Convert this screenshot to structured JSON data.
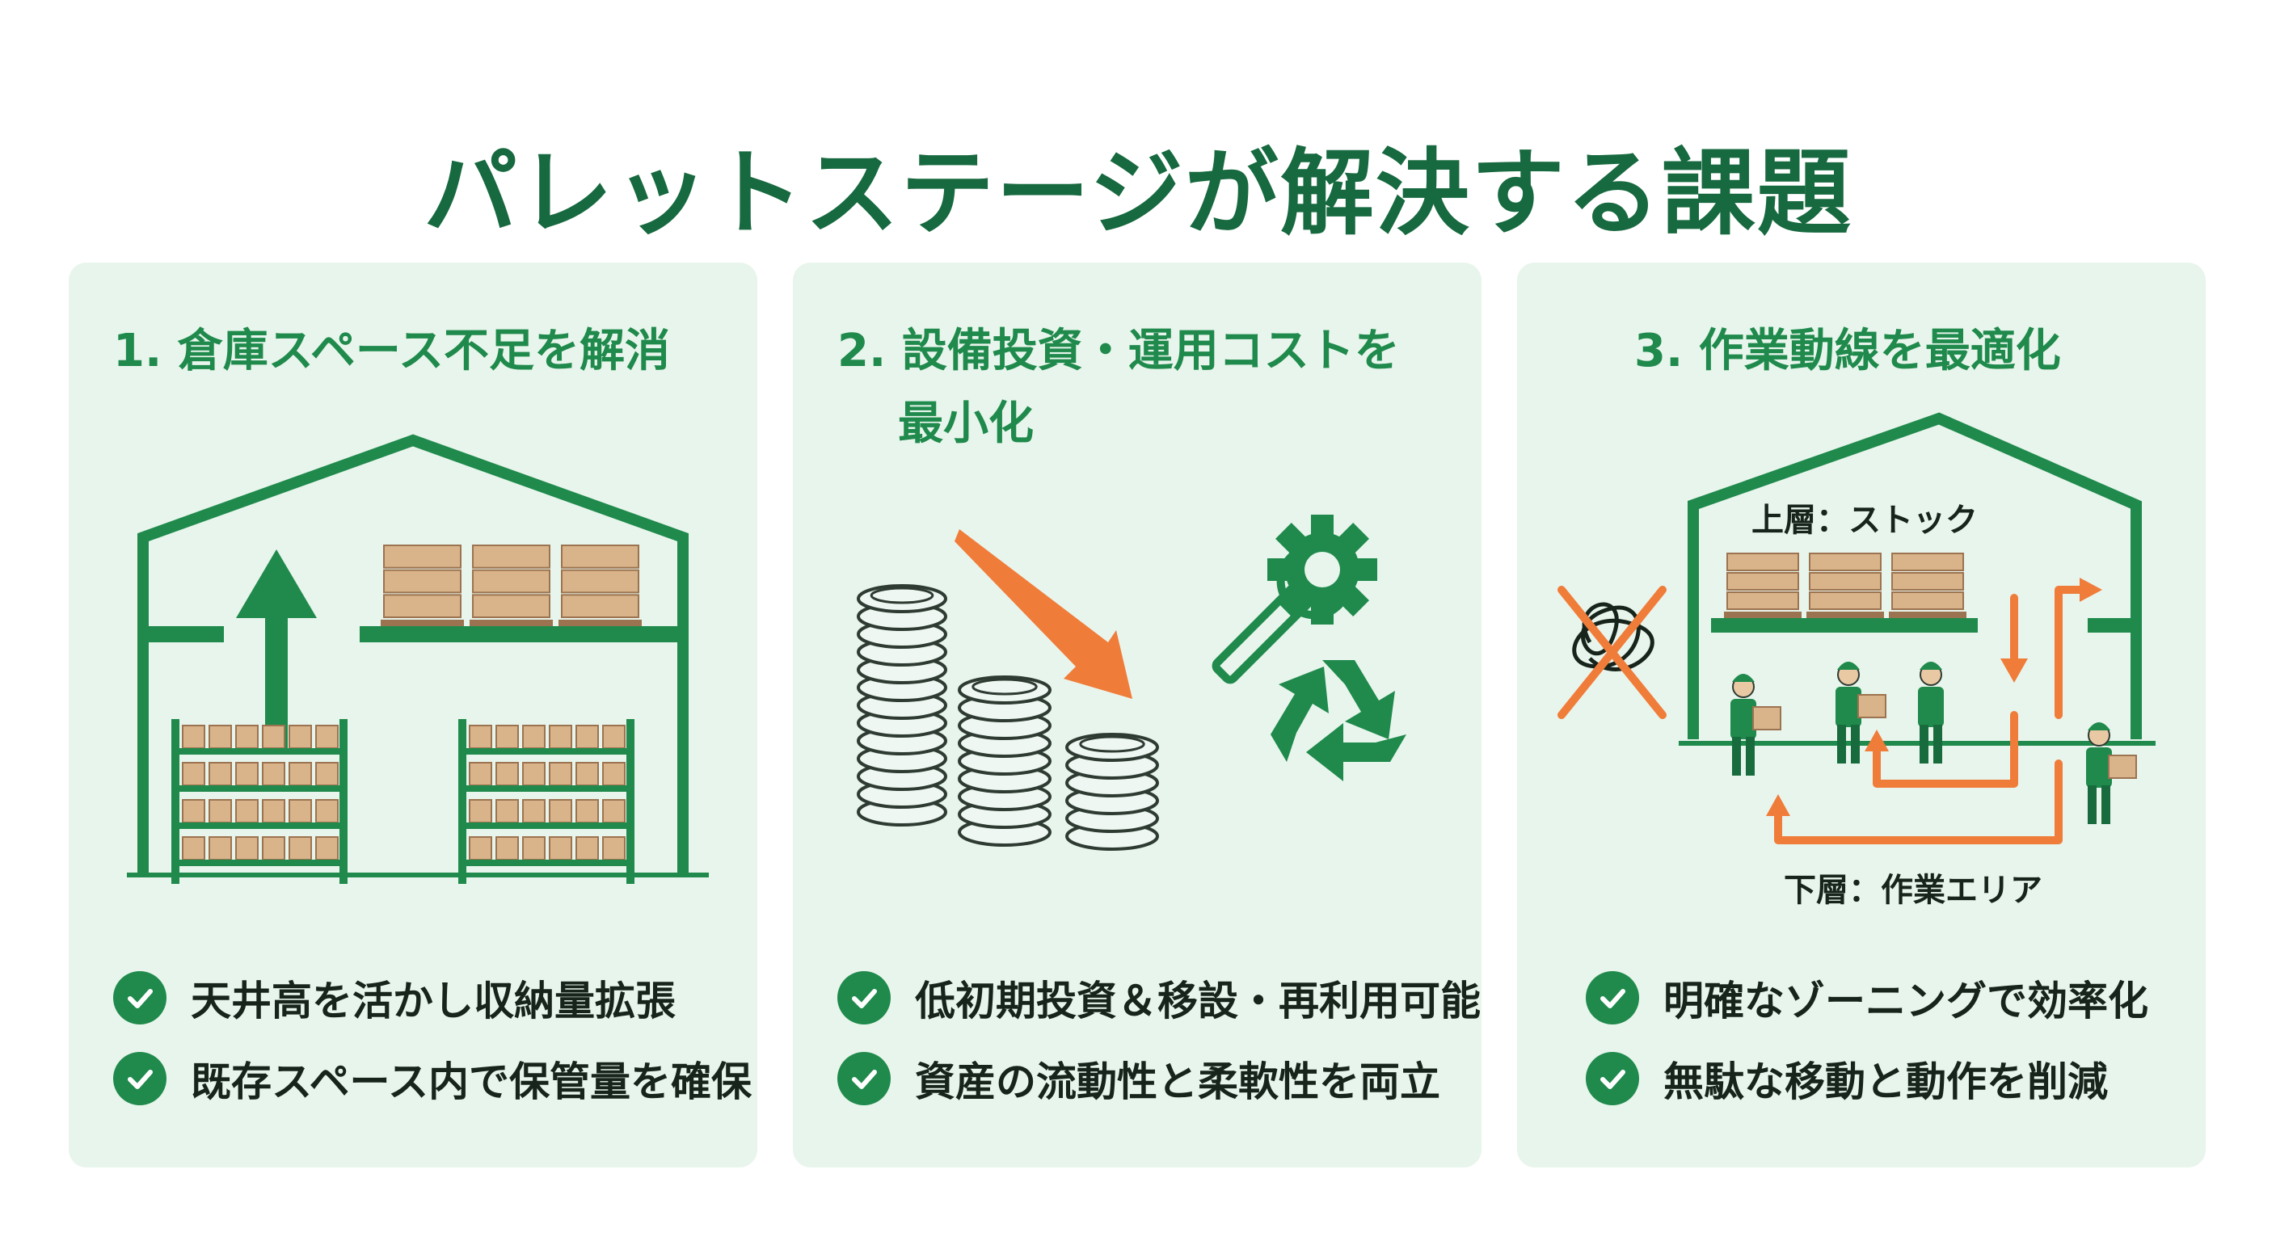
{
  "title": "パレットステージが解決する課題",
  "colors": {
    "green": "#1f8a4c",
    "dark_green": "#17693f",
    "orange": "#f07c3a",
    "card_bg": "#e8f5ec",
    "box": "#d9b48a"
  },
  "cards": [
    {
      "title_lines": [
        "1. 倉庫スペース不足を解消"
      ],
      "checks": [
        "天井高を活かし収納量拡張",
        "既存スペース内で保管量を確保"
      ]
    },
    {
      "title_lines": [
        "2. 設備投資・運用コストを",
        "最小化"
      ],
      "checks": [
        "低初期投資＆移設・再利用可能",
        "資産の流動性と柔軟性を両立"
      ]
    },
    {
      "title_lines": [
        "3. 作業動線を最適化"
      ],
      "labels": {
        "upper": "上層：ストック",
        "lower": "下層：作業エリア"
      },
      "checks": [
        "明確なゾーニングで効率化",
        "無駄な移動と動作を削減"
      ]
    }
  ]
}
